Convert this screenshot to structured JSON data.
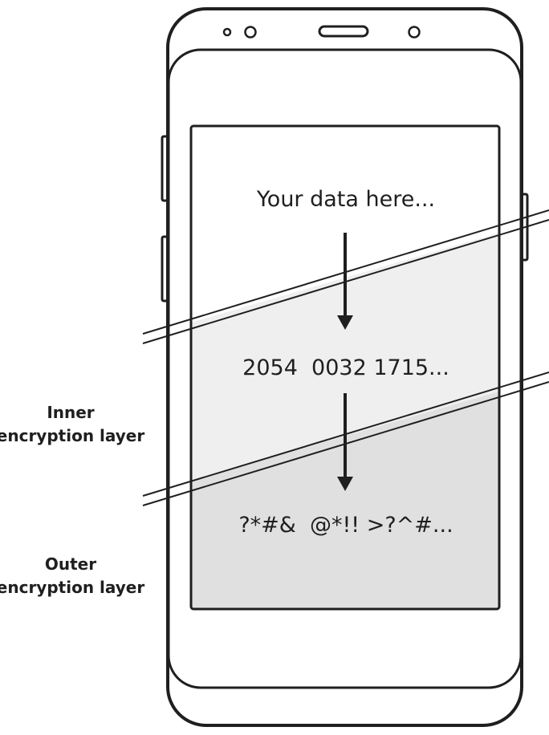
{
  "diagram": {
    "steps": {
      "plain": "Your data here...",
      "inner_cipher": "2054  0032 1715...",
      "outer_cipher": "?*#&  @*!! >?^#..."
    },
    "labels": {
      "inner_line1": "Inner",
      "inner_line2": "encryption layer",
      "outer_line1": "Outer",
      "outer_line2": "encryption layer"
    },
    "colors": {
      "outline": "#1f1f1f",
      "inner_layer_fill": "#efefef",
      "outer_layer_fill": "#e0e0e0",
      "screen_fill": "#ffffff"
    }
  }
}
